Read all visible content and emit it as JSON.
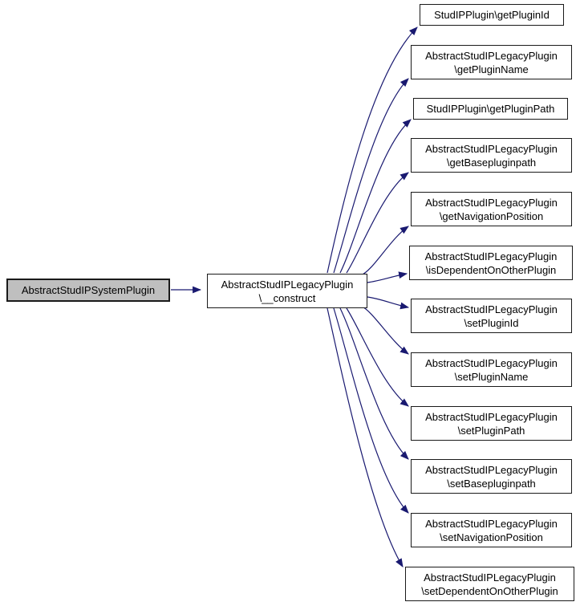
{
  "graph": {
    "background_color": "#ffffff",
    "edge_color": "#191970",
    "node_border_color": "#1a1a1a",
    "root_node": {
      "label": "AbstractStudIPSystemPlugin",
      "fill": "#bfbfbf"
    },
    "center_node": {
      "line1": "AbstractStudIPLegacyPlugin",
      "line2": "\\__construct"
    },
    "called_nodes": [
      {
        "line1": "StudIPPlugin\\getPluginId"
      },
      {
        "line1": "AbstractStudIPLegacyPlugin",
        "line2": "\\getPluginName"
      },
      {
        "line1": "StudIPPlugin\\getPluginPath"
      },
      {
        "line1": "AbstractStudIPLegacyPlugin",
        "line2": "\\getBasepluginpath"
      },
      {
        "line1": "AbstractStudIPLegacyPlugin",
        "line2": "\\getNavigationPosition"
      },
      {
        "line1": "AbstractStudIPLegacyPlugin",
        "line2": "\\isDependentOnOtherPlugin"
      },
      {
        "line1": "AbstractStudIPLegacyPlugin",
        "line2": "\\setPluginId"
      },
      {
        "line1": "AbstractStudIPLegacyPlugin",
        "line2": "\\setPluginName"
      },
      {
        "line1": "AbstractStudIPLegacyPlugin",
        "line2": "\\setPluginPath"
      },
      {
        "line1": "AbstractStudIPLegacyPlugin",
        "line2": "\\setBasepluginpath"
      },
      {
        "line1": "AbstractStudIPLegacyPlugin",
        "line2": "\\setNavigationPosition"
      },
      {
        "line1": "AbstractStudIPLegacyPlugin",
        "line2": "\\setDependentOnOtherPlugin"
      }
    ]
  }
}
